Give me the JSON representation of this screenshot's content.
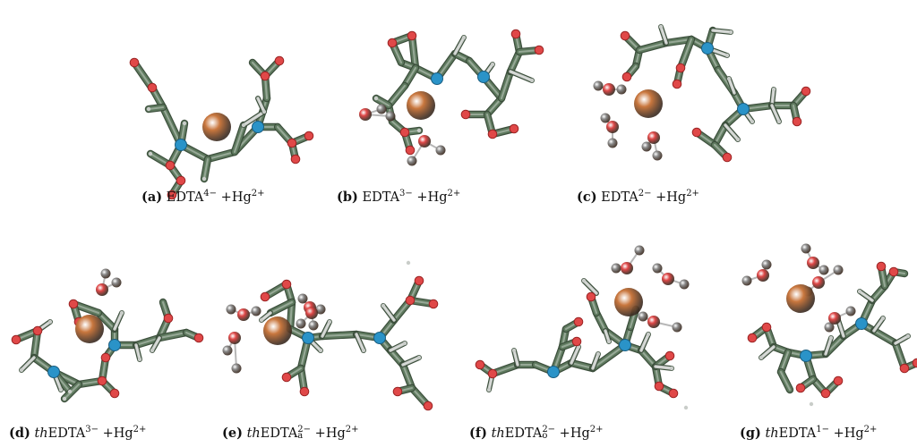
{
  "figure": {
    "panels": [
      {
        "tag": "(a)",
        "prefix": "",
        "base": "EDTA",
        "sub": "",
        "charge": "4−",
        "ion": "Hg",
        "ion_charge": "2+"
      },
      {
        "tag": "(b)",
        "prefix": "",
        "base": "EDTA",
        "sub": "",
        "charge": "3−",
        "ion": "Hg",
        "ion_charge": "2+"
      },
      {
        "tag": "(c)",
        "prefix": "",
        "base": "EDTA",
        "sub": "",
        "charge": "2−",
        "ion": "Hg",
        "ion_charge": "2+"
      },
      {
        "tag": "(d)",
        "prefix": "th",
        "base": "EDTA",
        "sub": "",
        "charge": "3−",
        "ion": "Hg",
        "ion_charge": "2+"
      },
      {
        "tag": "(e)",
        "prefix": "th",
        "base": "EDTA",
        "sub": "a",
        "charge": "2−",
        "ion": "Hg",
        "ion_charge": "2+"
      },
      {
        "tag": "(f)",
        "prefix": "th",
        "base": "EDTA",
        "sub": "o",
        "charge": "2−",
        "ion": "Hg",
        "ion_charge": "2+"
      },
      {
        "tag": "(g)",
        "prefix": "th",
        "base": "EDTA",
        "sub": "",
        "charge": "1−",
        "ion": "Hg",
        "ion_charge": "2+"
      }
    ]
  },
  "colors": {
    "carbon": "#5f7a5f",
    "carbon_light": "#8aa68a",
    "nitrogen": "#2a93c8",
    "oxygen": "#e04848",
    "hydrogen": "#c9cdc9",
    "water_h": "#8d8d8d",
    "mercury": "#c9773e"
  },
  "icons": {
    "metal_ion": "hg-sphere-icon",
    "water": "water-molecule-icon"
  }
}
